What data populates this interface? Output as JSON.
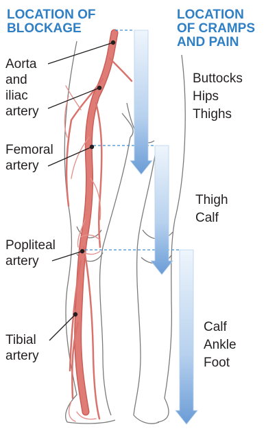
{
  "headers": {
    "blockage": [
      "LOCATION OF",
      "BLOCKAGE"
    ],
    "cramps": [
      "LOCATION",
      "OF CRAMPS",
      "AND PAIN"
    ]
  },
  "blockage_labels": {
    "aorta": [
      "Aorta",
      "and",
      "iliac",
      "artery"
    ],
    "femoral": [
      "Femoral",
      "artery"
    ],
    "popliteal": [
      "Popliteal",
      "artery"
    ],
    "tibial": [
      "Tibial",
      "artery"
    ]
  },
  "symptom_labels": {
    "upper": [
      "Buttocks",
      "Hips",
      "Thighs"
    ],
    "middle": [
      "Thigh",
      "Calf"
    ],
    "lower": [
      "Calf",
      "Ankle",
      "Foot"
    ]
  },
  "colors": {
    "header": "#2f7fc5",
    "artery": "#e07c76",
    "artery_outline": "#c95d57",
    "arrow_light": "#e8f1fb",
    "arrow_dark": "#6d9fd8",
    "leg_outline": "#6b6b6b",
    "dashed_line": "#3a8dd0"
  }
}
